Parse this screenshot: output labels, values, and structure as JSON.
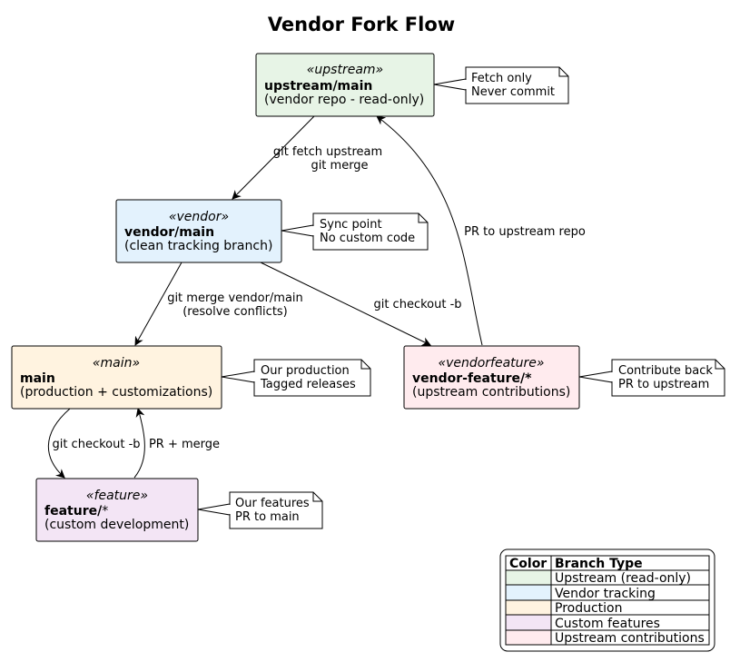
{
  "title": "Vendor Fork Flow",
  "nodes": {
    "upstream": {
      "stereotype": "«upstream»",
      "name": "upstream/main",
      "desc": "(vendor repo - read-only)",
      "fill": "#e7f4e6"
    },
    "vendor": {
      "stereotype": "«vendor»",
      "name": "vendor/main",
      "desc": "(clean tracking branch)",
      "fill": "#e3f2fd"
    },
    "main": {
      "stereotype": "«main»",
      "name": "main",
      "desc": "(production + customizations)",
      "fill": "#fff3e0"
    },
    "feature": {
      "stereotype": "«feature»",
      "name_bold": "feature/",
      "name_rest": "*",
      "desc": "(custom development)",
      "fill": "#f3e5f5"
    },
    "vendorfeature": {
      "stereotype": "«vendorfeature»",
      "name": "vendor-feature/*",
      "desc": "(upstream contributions)",
      "fill": "#ffebee"
    }
  },
  "notes": {
    "upstream": [
      "Fetch only",
      "Never commit"
    ],
    "vendor": [
      "Sync point",
      "No custom code"
    ],
    "main": [
      "Our production",
      "Tagged releases"
    ],
    "vendorfeature": [
      "Contribute back",
      "PR to upstream"
    ],
    "feature": [
      "Our features",
      "PR to main"
    ]
  },
  "edges": {
    "upstream_vendor": [
      "git fetch upstream",
      "git merge"
    ],
    "vendor_main": [
      "git merge vendor/main",
      "(resolve conflicts)"
    ],
    "vendor_vf": [
      "git checkout -b"
    ],
    "vf_upstream": [
      "PR to upstream repo"
    ],
    "main_feature": [
      "git checkout -b"
    ],
    "feature_main": [
      "PR + merge"
    ]
  },
  "legend": {
    "header_color": "Color",
    "header_type": "Branch Type",
    "rows": [
      {
        "label": "Upstream (read-only)",
        "color": "#e7f4e6"
      },
      {
        "label": "Vendor tracking",
        "color": "#e3f2fd"
      },
      {
        "label": "Production",
        "color": "#fff3e0"
      },
      {
        "label": "Custom features",
        "color": "#f3e5f5"
      },
      {
        "label": "Upstream contributions",
        "color": "#ffebee"
      }
    ]
  }
}
